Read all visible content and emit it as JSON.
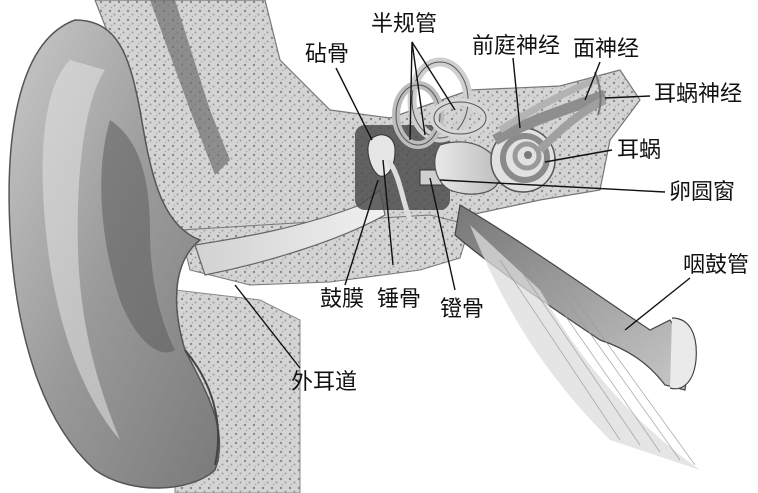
{
  "title": "",
  "labels": {
    "semicircular_canals": "半规管",
    "incus": "砧骨",
    "vestibular_nerve": "前庭神经",
    "facial_nerve": "面神经",
    "cochlear_nerve": "耳蜗神经",
    "cochlea": "耳蜗",
    "oval_window": "卵圆窗",
    "eustachian_tube": "咽鼓管",
    "eardrum": "鼓膜",
    "malleus": "锤骨",
    "stapes": "镫骨",
    "ear_canal": "外耳道"
  },
  "colors": {
    "label_text": "#111111",
    "leader_line": "#111111",
    "shading_light": "#e6e6e6",
    "shading_mid": "#b9b9b9",
    "shading_dark": "#6e6e6e"
  }
}
